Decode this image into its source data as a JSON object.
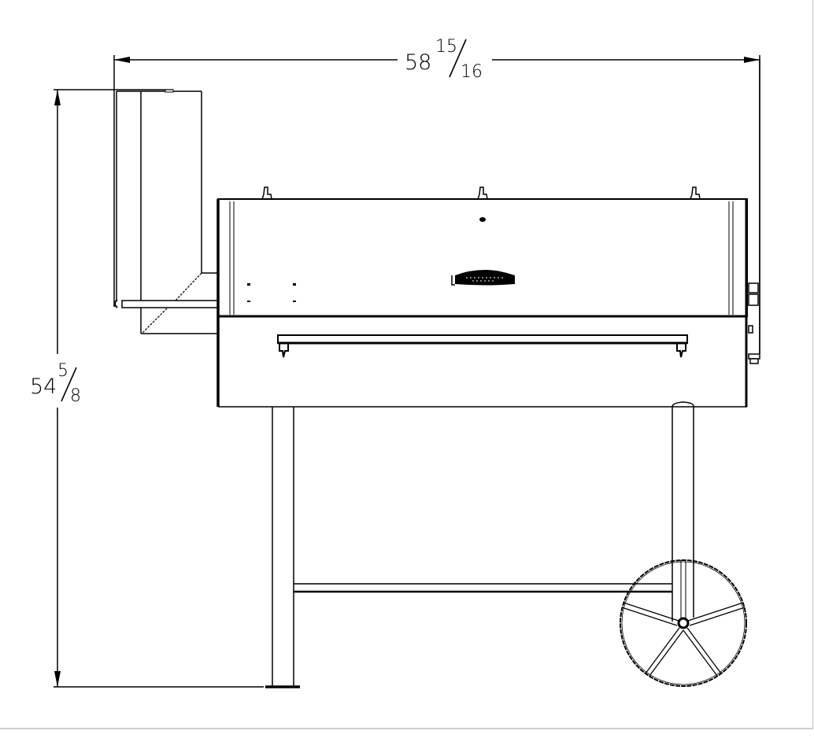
{
  "drawing": {
    "title": "Offset smoker front elevation",
    "view": "front",
    "colors": {
      "line": "#000000",
      "background": "#ffffff",
      "frame": "#cfcfcf"
    },
    "dimensions": {
      "overall_width": {
        "whole": "58",
        "numerator": "15",
        "denominator": "16",
        "unit": "in"
      },
      "overall_height": {
        "whole": "54",
        "numerator": "5",
        "denominator": "8",
        "unit": "in"
      }
    },
    "components": [
      {
        "name": "firebox-chimney",
        "label": "Firebox / chimney stack"
      },
      {
        "name": "cook-chamber-lid",
        "label": "Cooking chamber lid"
      },
      {
        "name": "lid-handles",
        "count": 3
      },
      {
        "name": "brand-logo-plate",
        "label": "Logo plate"
      },
      {
        "name": "front-shelf-rail",
        "label": "Front rail"
      },
      {
        "name": "cooking-chamber-body",
        "label": "Chamber body"
      },
      {
        "name": "left-leg",
        "label": "Leg"
      },
      {
        "name": "right-leg",
        "label": "Leg"
      },
      {
        "name": "lower-shelf-bar",
        "label": "Lower cross bar"
      },
      {
        "name": "wheel",
        "spokes": 5
      }
    ]
  }
}
